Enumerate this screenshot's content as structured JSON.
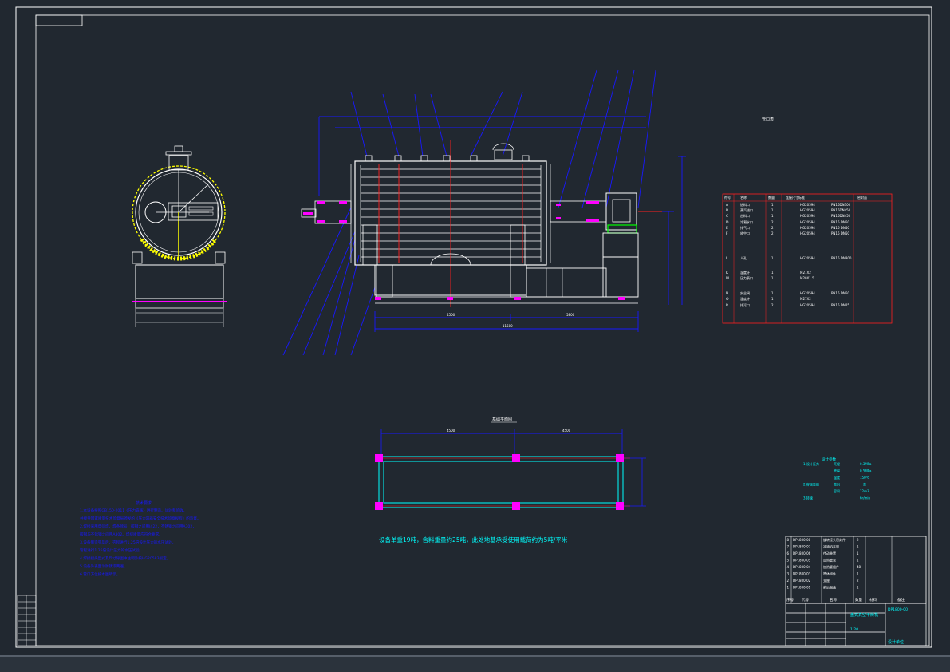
{
  "drawing": {
    "tech_title_label": "技术要求",
    "notes_top": "设备单重19吨，含料重量约25吨，此处地基承受使用载荷约为5吨/平米",
    "nozzle_table": {
      "caption": "管口表",
      "headers": [
        "符号",
        "名称",
        "数量",
        "连接尺寸标准",
        "密封面"
      ],
      "rows": [
        {
          "code": "A",
          "name": "进料口",
          "qty": "1",
          "std": "HG20594",
          "size": "PN16DN300"
        },
        {
          "code": "B",
          "name": "蒸汽进口",
          "qty": "1",
          "std": "HG20594",
          "size": "PN16DN450"
        },
        {
          "code": "C",
          "name": "出料口",
          "qty": "1",
          "std": "HG20594",
          "size": "PN16DN450"
        },
        {
          "code": "D",
          "name": "冷凝水口",
          "qty": "2",
          "std": "HG20594",
          "size": "PN16 DN50"
        },
        {
          "code": "E",
          "name": "排气口",
          "qty": "2",
          "std": "HG20594",
          "size": "PN16 DN50"
        },
        {
          "code": "F",
          "name": "放空口",
          "qty": "2",
          "std": "HG20594",
          "size": "PN16 DN50"
        },
        {
          "code": "I",
          "name": "人孔",
          "qty": "1",
          "std": "HG20594",
          "size": "PN16 DN300"
        },
        {
          "code": "K",
          "name": "温度计",
          "qty": "1",
          "std": "M27X2",
          "size": ""
        },
        {
          "code": "M",
          "name": "压力表口",
          "qty": "1",
          "std": "M20X1.5",
          "size": ""
        },
        {
          "code": "N",
          "name": "安全阀",
          "qty": "1",
          "std": "HG20594",
          "size": "PN16 DN50"
        },
        {
          "code": "O",
          "name": "温度计",
          "qty": "1",
          "std": "M27X2",
          "size": ""
        },
        {
          "code": "P",
          "name": "排污口",
          "qty": "2",
          "std": "HG20594",
          "size": "PN16 DN25"
        }
      ]
    },
    "design_params": {
      "rows": [
        {
          "label": "1.设计压力",
          "key": "壳程",
          "val": "0.3MPa"
        },
        {
          "label": "",
          "key": "管程",
          "val": "0.5MPa"
        },
        {
          "label": "",
          "key": "温度",
          "val": "150℃"
        },
        {
          "label": "2.容器类别",
          "key": "类别",
          "val": "一类"
        },
        {
          "label": "",
          "key": "容积",
          "val": "12m3"
        },
        {
          "label": "3.转速",
          "key": "",
          "val": "6r/min"
        }
      ]
    },
    "tech_requirements": [
      "1.本设备按照GB150-2011《压力容器》进行制造、试验和验收，",
      "  并接受国家质量技术监督局颁发的《压力容器安全技术监察规程》的监督。",
      "2.焊接采用电弧焊，焊条牌号：碳钢之间用J422，不锈钢之间用A302，",
      "  碳钢与不锈钢之间用A302。焊缝质量应符合要求。",
      "3.设备制造完毕后，壳程进行1.25倍设计压力的水压试验，",
      "  管程进行1.25倍设计压力的水压试验。",
      "4.焊接接头型式及尺寸除图中注明外按HG20583规定。",
      "5.设备外表面涂防锈漆两遍。",
      "6.管口方位按本图所示。"
    ],
    "parts_list": [
      {
        "no": "8",
        "code": "DP1800-08",
        "name": "旋转接头密封件",
        "qty": "2"
      },
      {
        "no": "7",
        "code": "DP1800-07",
        "name": "减速机支架",
        "qty": "1"
      },
      {
        "no": "6",
        "code": "DP1800-06",
        "name": "传动装置",
        "qty": "1"
      },
      {
        "no": "5",
        "code": "DP1800-05",
        "name": "加热管束",
        "qty": "1"
      },
      {
        "no": "4",
        "code": "DP1800-04",
        "name": "加热管组件",
        "qty": "48"
      },
      {
        "no": "3",
        "code": "DP1800-03",
        "name": "筒体组件",
        "qty": "1"
      },
      {
        "no": "2",
        "code": "DP1800-02",
        "name": "支座",
        "qty": "2"
      },
      {
        "no": "1",
        "code": "DP1800-01",
        "name": "前后端盖",
        "qty": "1"
      }
    ],
    "parts_header": [
      "序号",
      "代号",
      "名称",
      "数量",
      "材料",
      "备注"
    ],
    "title_block": {
      "name": "盘式真空干燥机",
      "drawing_no": "DP1800-00",
      "scale": "1:20",
      "company": "设计单位"
    },
    "dims": {
      "overall": "11500",
      "left_span": "4500",
      "right_span": "5800",
      "base_left": "4500",
      "base_right": "4500",
      "base_title": "基础平面图"
    },
    "colors": {
      "bg": "#212830",
      "frame": "#ffffff",
      "blue": "#1818ff",
      "cyan": "#00ffff",
      "green": "#00ff00",
      "yellow": "#ffff00",
      "red": "#ff2020",
      "magenta": "#ff00ff"
    }
  }
}
